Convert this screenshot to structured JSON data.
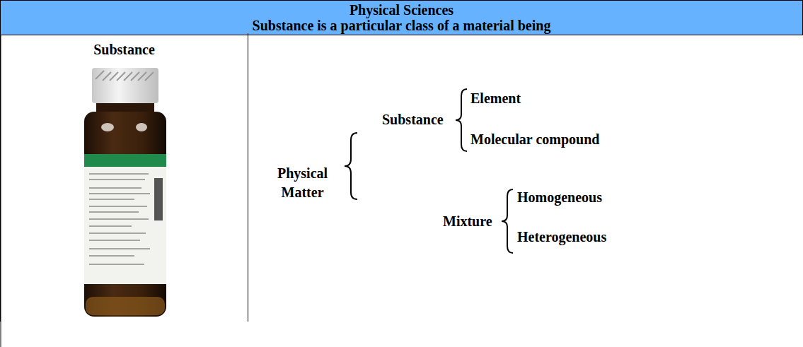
{
  "diagram": {
    "nodes": [
      {
        "text": [
          "Physical Sciences",
          "Substance is a particular class of a material being"
        ]
      },
      {
        "text": [
          "Substance"
        ]
      }
    ],
    "labels": [
      "Physical Matter",
      "Substance",
      "Element",
      "Molecular compound",
      "Mixture",
      "Homogeneous",
      "Heterogeneous"
    ]
  }
}
